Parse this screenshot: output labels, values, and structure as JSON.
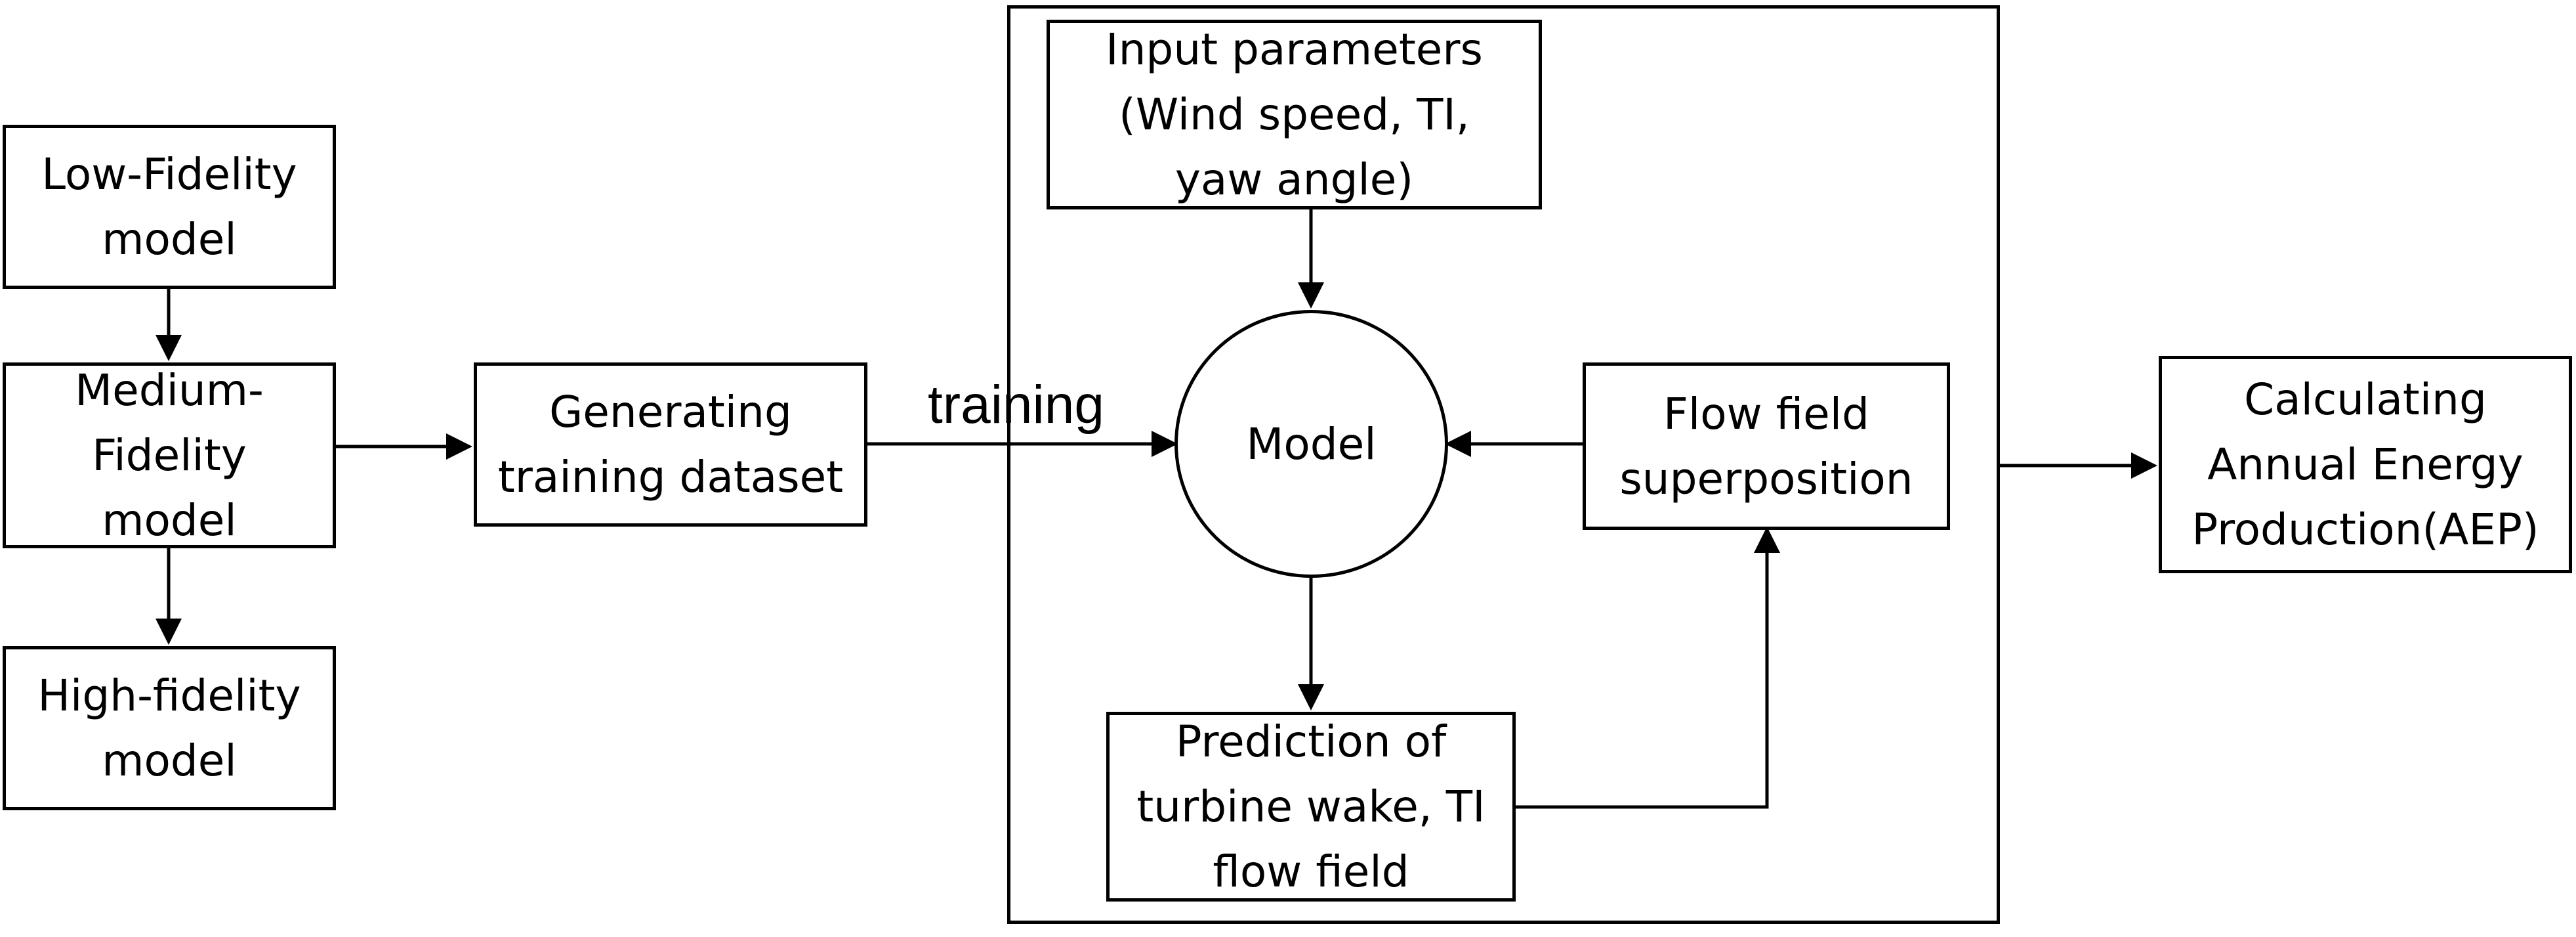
{
  "nodes": {
    "low_fidelity": [
      "Low-Fidelity",
      "model"
    ],
    "medium_fidelity": [
      "Medium-",
      "Fidelity",
      "model"
    ],
    "high_fidelity": [
      "High-fidelity",
      "model"
    ],
    "generating": [
      "Generating",
      "training dataset"
    ],
    "input_params": [
      "Input parameters",
      "(Wind speed, TI,",
      "yaw angle)"
    ],
    "model": "Model",
    "flow_field": [
      "Flow field",
      "superposition"
    ],
    "prediction": [
      "Prediction of",
      "turbine wake, TI",
      "flow field"
    ],
    "aep": [
      "Calculating",
      "Annual Energy",
      "Production(AEP)"
    ]
  },
  "edge_labels": {
    "training": "training"
  }
}
